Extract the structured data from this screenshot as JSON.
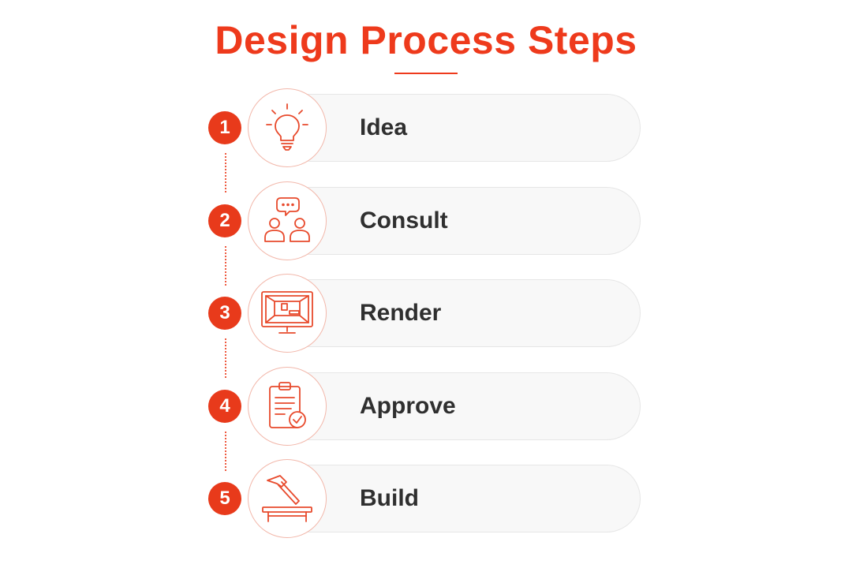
{
  "title": "Design Process Steps",
  "accent_color": "#ee3a1c",
  "steps": [
    {
      "number": "1",
      "label": "Idea",
      "icon": "lightbulb-icon"
    },
    {
      "number": "2",
      "label": "Consult",
      "icon": "consultation-icon"
    },
    {
      "number": "3",
      "label": "Render",
      "icon": "monitor-render-icon"
    },
    {
      "number": "4",
      "label": "Approve",
      "icon": "clipboard-check-icon"
    },
    {
      "number": "5",
      "label": "Build",
      "icon": "hammer-workbench-icon"
    }
  ]
}
